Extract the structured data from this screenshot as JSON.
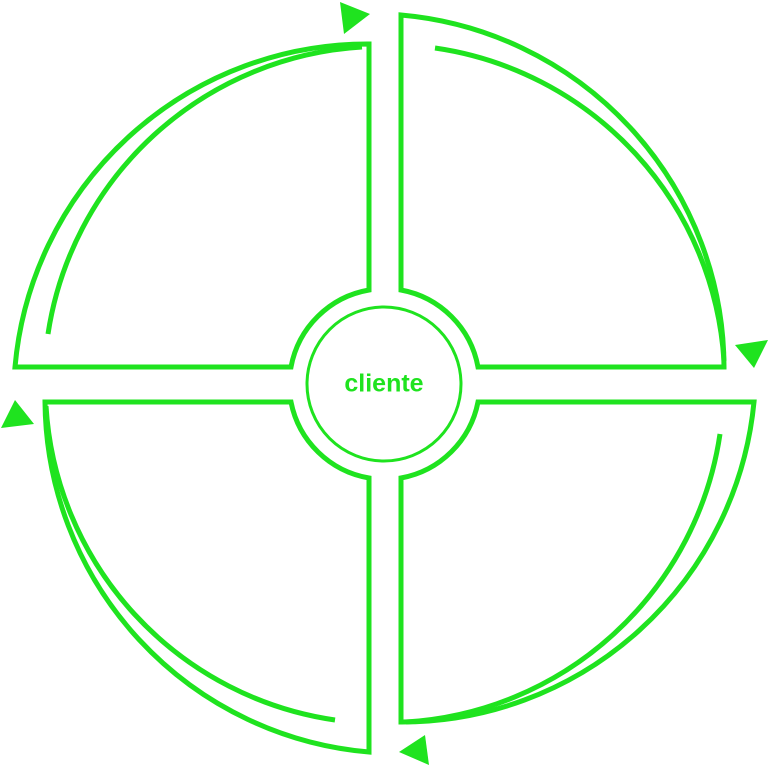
{
  "diagram": {
    "center_label": "cliente",
    "colors": {
      "stroke": "#1fe31f",
      "background": "#ffffff"
    },
    "flow_direction": "clockwise",
    "quadrants": [
      "top-left",
      "top-right",
      "bottom-right",
      "bottom-left"
    ]
  }
}
